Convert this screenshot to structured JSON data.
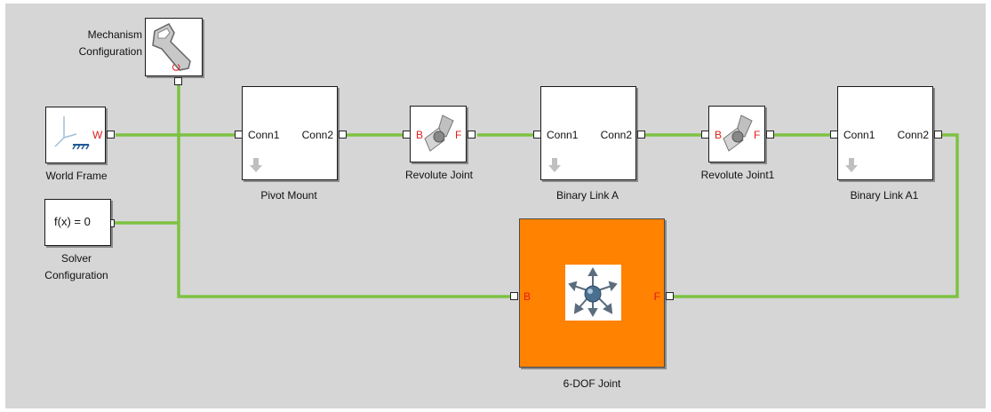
{
  "colors": {
    "wire": "#7dc242",
    "port_label": "#e21b1b",
    "six_dof_fill": "#ff8200",
    "canvas": "#d6d6d6"
  },
  "blocks": {
    "mechanism": {
      "label_line1": "Mechanism",
      "label_line2": "Configuration",
      "port": "C",
      "icon": "wrench-icon"
    },
    "world": {
      "label": "World Frame",
      "port": "W",
      "icon": "world-frame-icon"
    },
    "solver": {
      "text": "f(x) = 0",
      "label_line1": "Solver",
      "label_line2": "Configuration"
    },
    "pivot": {
      "label": "Pivot Mount",
      "port_in": "Conn1",
      "port_out": "Conn2"
    },
    "revolute": {
      "label": "Revolute Joint",
      "port_b": "B",
      "port_f": "F",
      "icon": "revolute-joint-icon"
    },
    "link_a": {
      "label": "Binary Link A",
      "port_in": "Conn1",
      "port_out": "Conn2"
    },
    "revolute1": {
      "label": "Revolute Joint1",
      "port_b": "B",
      "port_f": "F",
      "icon": "revolute-joint-icon"
    },
    "link_a1": {
      "label": "Binary Link A1",
      "port_in": "Conn1",
      "port_out": "Conn2"
    },
    "six_dof": {
      "label": "6-DOF Joint",
      "port_b": "B",
      "port_f": "F",
      "icon": "six-dof-icon"
    }
  }
}
